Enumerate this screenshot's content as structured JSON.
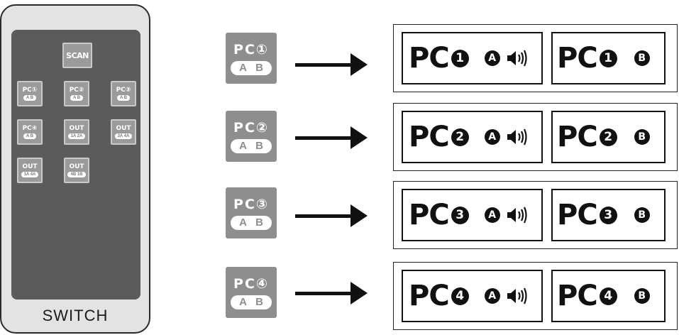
{
  "remote": {
    "label": "SWITCH",
    "scan_label": "SCAN",
    "buttons": [
      {
        "top": "PC①",
        "sub": "A B"
      },
      {
        "top": "PC②",
        "sub": "A B"
      },
      {
        "top": "PC③",
        "sub": "A B"
      },
      {
        "top": "PC④",
        "sub": "A B"
      },
      {
        "top": "OUT",
        "sub": "1A 2A"
      },
      {
        "top": "OUT",
        "sub": "3A 4A"
      },
      {
        "top": "OUT",
        "sub": "1A 4A"
      },
      {
        "top": "OUT",
        "sub": "4B 1B"
      }
    ]
  },
  "rows": [
    {
      "pc_label": "PC①",
      "a": "A",
      "b": "B",
      "out_pc": "PC",
      "out_num": "1",
      "out_a": "A",
      "out_b": "B"
    },
    {
      "pc_label": "PC②",
      "a": "A",
      "b": "B",
      "out_pc": "PC",
      "out_num": "2",
      "out_a": "A",
      "out_b": "B"
    },
    {
      "pc_label": "PC③",
      "a": "A",
      "b": "B",
      "out_pc": "PC",
      "out_num": "3",
      "out_a": "A",
      "out_b": "B"
    },
    {
      "pc_label": "PC④",
      "a": "A",
      "b": "B",
      "out_pc": "PC",
      "out_num": "4",
      "out_a": "A",
      "out_b": "B"
    }
  ],
  "icons": {
    "arrow": "right-arrow-icon",
    "speaker": "speaker-icon",
    "remote": "remote-control-icon"
  }
}
